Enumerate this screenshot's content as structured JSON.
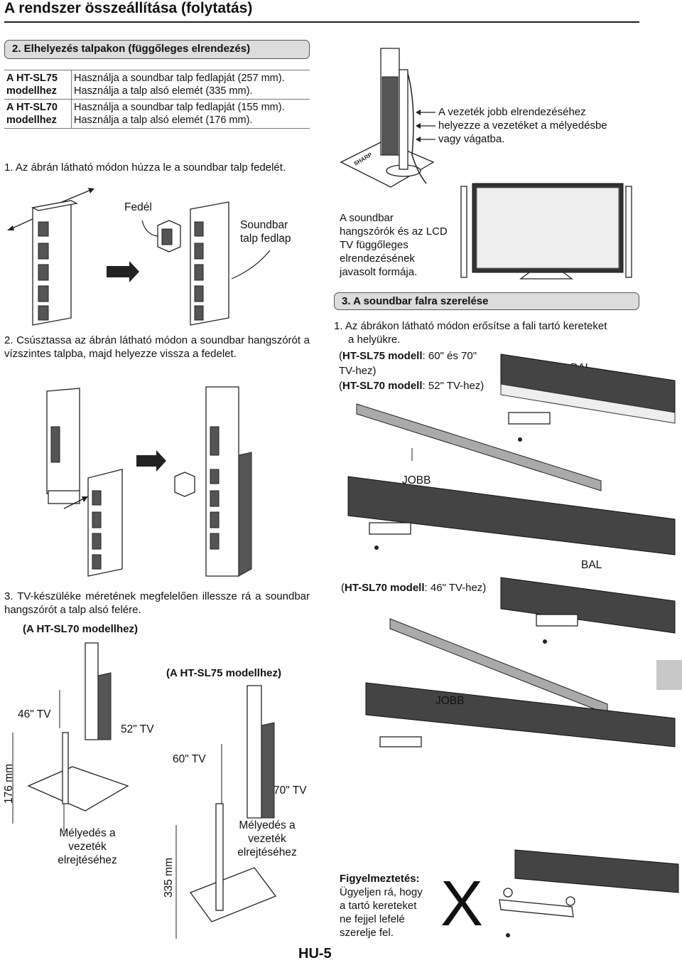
{
  "page": {
    "title": "A rendszer összeállítása (folytatás)",
    "page_number": "HU-5"
  },
  "section2": {
    "heading": "2. Elhelyezés talpakon (függőleges elrendezés)",
    "table": [
      {
        "model": [
          "A HT-SL75",
          "modellhez"
        ],
        "lines": [
          "Használja a soundbar talp fedlapját (257 mm).",
          "Használja a talp alsó elemét (335 mm)."
        ]
      },
      {
        "model": [
          "A HT-SL70",
          "modellhez"
        ],
        "lines": [
          "Használja a soundbar talp fedlapját (155 mm).",
          "Használja a talp alsó elemét (176 mm)."
        ]
      }
    ],
    "cable_note": [
      "A vezeték jobb elrendezéséhez",
      "helyezze a vezetéket a mélyedésbe",
      "vagy vágatba."
    ],
    "step1": "1.  Az ábrán látható módon húzza le a soundbar talp fedelét.",
    "label_cover": "Fedél",
    "label_plate": [
      "Soundbar",
      "talp fedlap"
    ],
    "recommended": [
      "A soundbar",
      "hangszórók és az LCD",
      "TV függőleges",
      "elrendezésének",
      "javasolt formája."
    ],
    "step2": "2. Csúsztassa az ábrán látható módon a soundbar hangszórót a vízszintes talpba, majd helyezze vissza a fedelet.",
    "step3": "3. TV-készüléke méretének megfelelően illessze rá a soundbar hangszórót a talp alsó felére.",
    "for_sl70": "(A HT-SL70 modellhez)",
    "for_sl75": "(A HT-SL75 modellhez)",
    "tv46": "46\" TV",
    "tv52": "52\" TV",
    "tv60": "60\" TV",
    "tv70": "70\" TV",
    "mm176": "176 mm",
    "mm335": "335 mm",
    "recess_a": [
      "Mélyedés a",
      "vezeték",
      "elrejtéséhez"
    ],
    "recess_b": [
      "Mélyedés a",
      "vezeték",
      "elrejtéséhez"
    ],
    "brand": "SHARP"
  },
  "section3": {
    "heading": "3. A soundbar falra szerelése",
    "step1": [
      "1. Az ábrákon látható módon erősítse a fali tartó kereteket",
      "a helyükre."
    ],
    "models_a": [
      {
        "bold": "HT-SL75 modell",
        "text": ": 60\" és 70\""
      },
      {
        "bold": "",
        "text": "TV-hez)"
      },
      {
        "bold": "HT-SL70 modell",
        "text": ": 52\" TV-hez)"
      }
    ],
    "models_b": {
      "bold": "HT-SL70 modell",
      "text": ": 46\" TV-hez)"
    },
    "bal": "BAL",
    "jobb": "JOBB",
    "warning_title": "Figyelmeztetés:",
    "warning_text": [
      "Ügyeljen rá, hogy",
      "a tartó kereteket",
      "ne fejjel lefelé",
      "szerelje fel."
    ],
    "x_mark": "X"
  }
}
